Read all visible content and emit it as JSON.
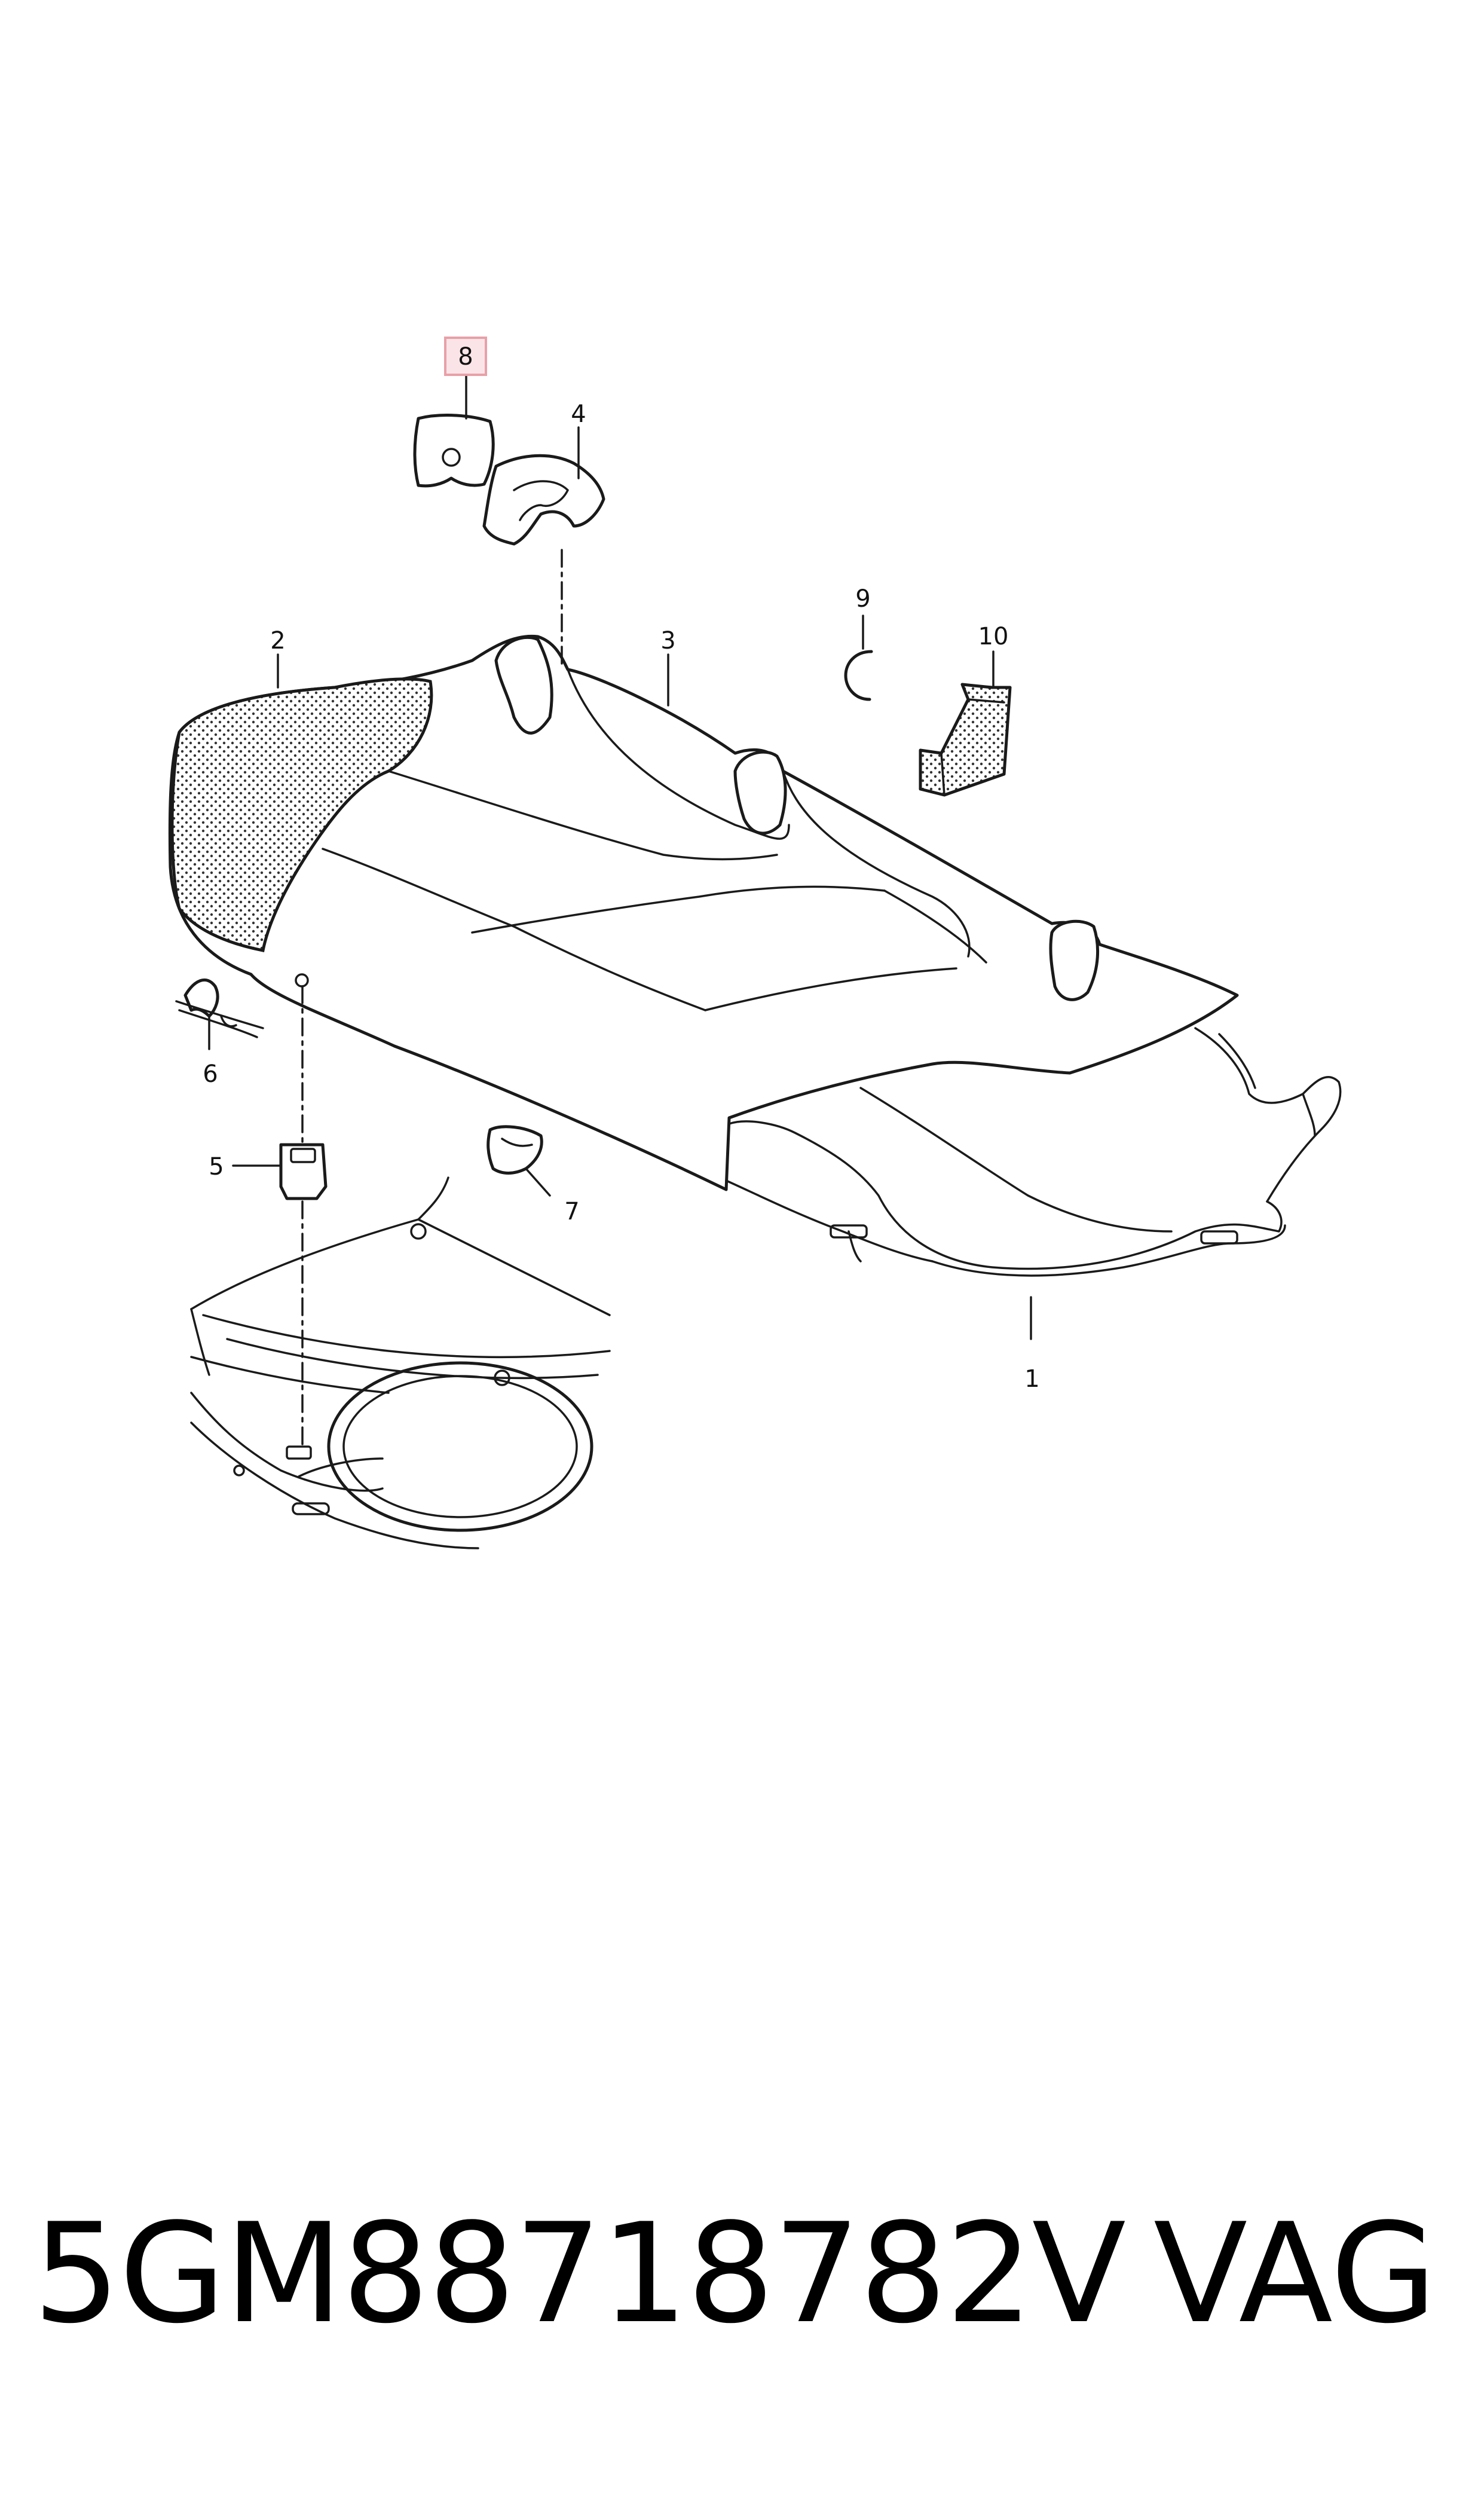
{
  "diagram": {
    "callouts": [
      {
        "id": "1",
        "label": "1",
        "highlighted": false
      },
      {
        "id": "2",
        "label": "2",
        "highlighted": false
      },
      {
        "id": "3",
        "label": "3",
        "highlighted": false
      },
      {
        "id": "4",
        "label": "4",
        "highlighted": false
      },
      {
        "id": "5",
        "label": "5",
        "highlighted": false
      },
      {
        "id": "6",
        "label": "6",
        "highlighted": false
      },
      {
        "id": "7",
        "label": "7",
        "highlighted": false
      },
      {
        "id": "8",
        "label": "8",
        "highlighted": true
      },
      {
        "id": "9",
        "label": "9",
        "highlighted": false
      },
      {
        "id": "10",
        "label": "10",
        "highlighted": false
      }
    ],
    "highlight_color": "#e8a0a8"
  },
  "footer": {
    "part_number": "5GM88718782V",
    "brand": "VAG"
  }
}
